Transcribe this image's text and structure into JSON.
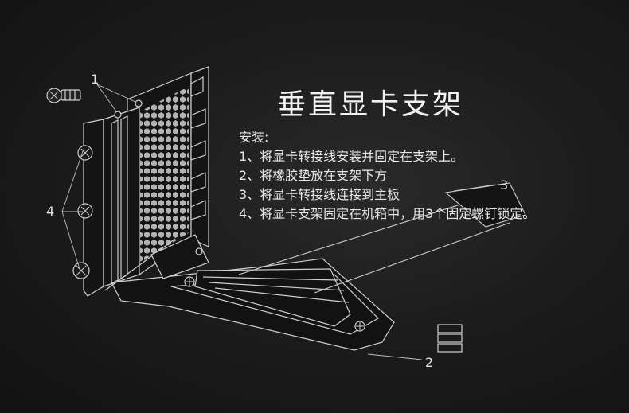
{
  "title": "垂直显卡支架",
  "instructions": {
    "heading": "安装:",
    "steps": [
      "1、将显卡转接线安装并固定在支架上。",
      "2、将橡胶垫放在支架下方",
      "3、将显卡转接线连接到主板",
      "4、将显卡支架固定在机箱中，用3个固定螺钉锁定。"
    ]
  },
  "callouts": {
    "c1": "1",
    "c2": "2",
    "c3": "3",
    "c4": "4"
  },
  "colors": {
    "line": "#cfcfcf",
    "background": "#1c1c1c",
    "fill": "#101010"
  }
}
